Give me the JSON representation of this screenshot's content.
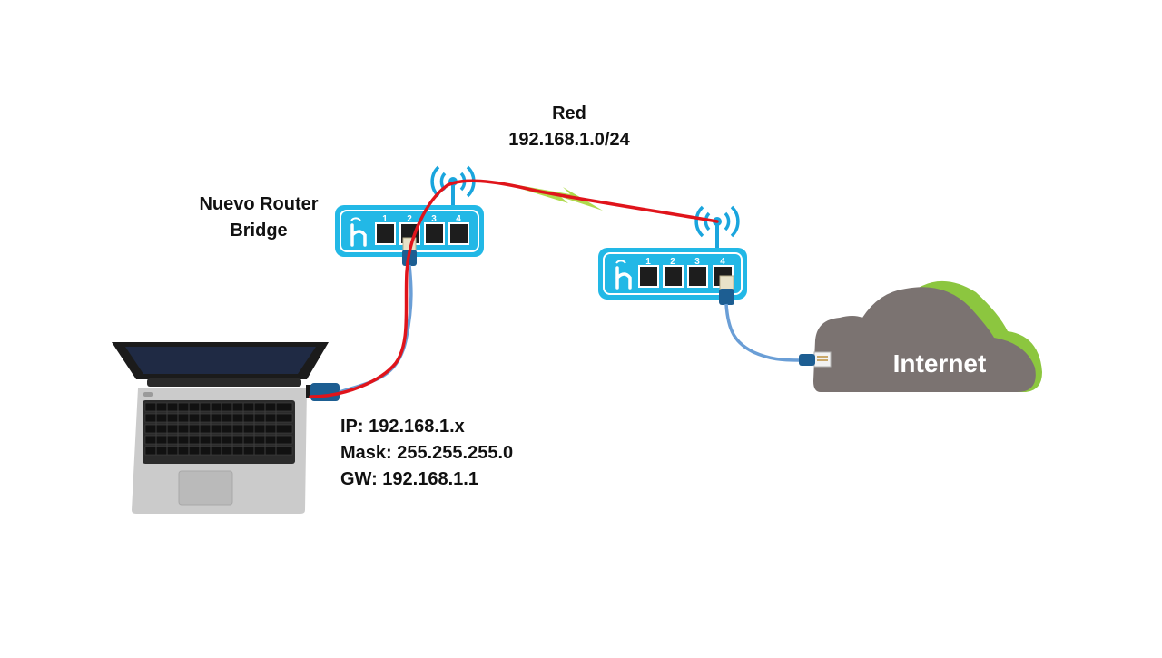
{
  "network": {
    "title": "Red",
    "subnet": "192.168.1.0/24"
  },
  "new_router": {
    "line1": "Nuevo Router",
    "line2": "Bridge"
  },
  "laptop_config": {
    "ip": "IP: 192.168.1.x",
    "mask": "Mask: 255.255.255.0",
    "gateway": "GW: 192.168.1.1"
  },
  "router_ports": [
    "1",
    "2",
    "3",
    "4"
  ],
  "internet": {
    "label": "Internet"
  },
  "colors": {
    "router_body": "#22b8e6",
    "router_inner": "#0f9fd3",
    "ethernet_red": "#e0141b",
    "ethernet_blue": "#6a9ed6",
    "wireless_link": "#a6d63a",
    "cloud_gray": "#7b7371",
    "cloud_green": "#8cc63f",
    "laptop_silver": "#cbcbcb",
    "laptop_screen": "#1f2a44"
  }
}
